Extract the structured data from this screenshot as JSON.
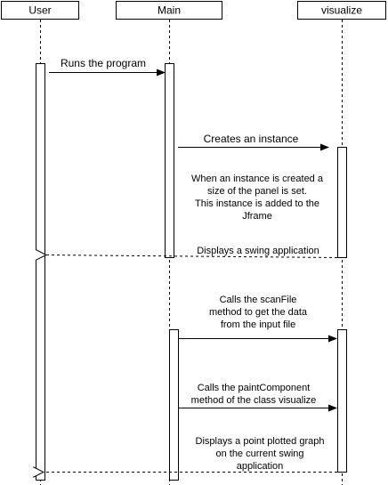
{
  "participants": {
    "user": "User",
    "main": "Main",
    "visualize": "visualize"
  },
  "messages": {
    "runs_program": "Runs the program",
    "creates_instance": "Creates an instance",
    "instance_note": [
      "When an instance is created a",
      "size of the panel is set.",
      "This instance is added to the",
      "Jframe"
    ],
    "displays_swing": "Displays a swing application",
    "calls_scanfile": [
      "Calls the scanFile",
      "method to get the data",
      "from the input file"
    ],
    "calls_paint": [
      "Calls the paintComponent",
      "method of the class visualize"
    ],
    "displays_graph": [
      "Displays a point plotted graph",
      "on the current swing",
      "application"
    ]
  },
  "colors": {
    "stroke": "#000000",
    "lifeline": "#000000",
    "background": "#ffffff"
  }
}
